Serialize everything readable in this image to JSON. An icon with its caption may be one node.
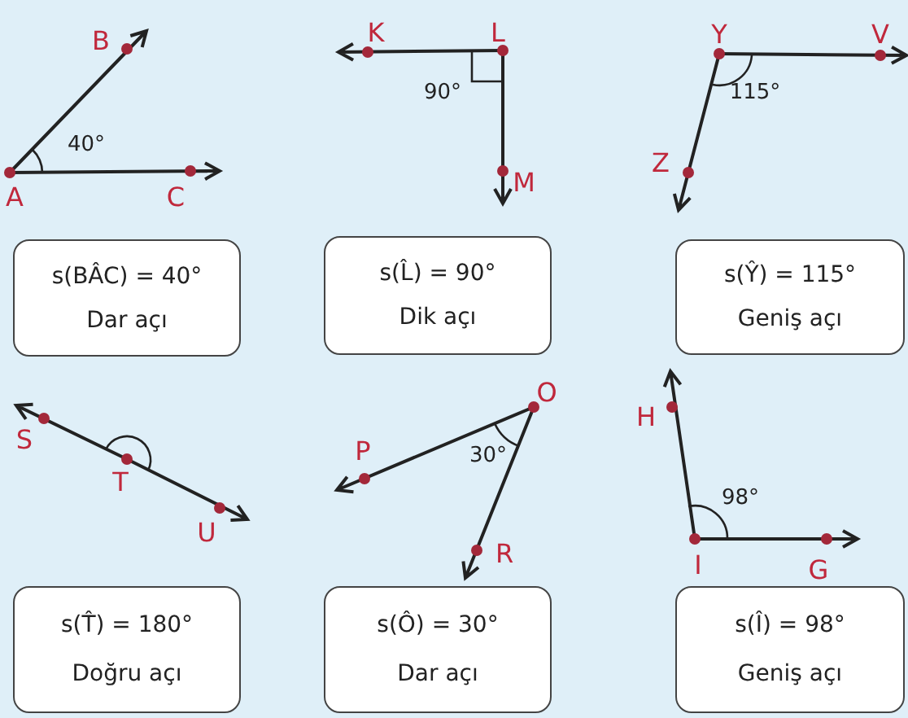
{
  "diagram": {
    "nodes": [
      {
        "text": [
          "s(BÂC) = 40°",
          "Dar açı"
        ]
      },
      {
        "text": [
          "s(L̂) = 90°",
          "Dik açı"
        ]
      },
      {
        "text": [
          "s(Ŷ) = 115°",
          "Geniş açı"
        ]
      },
      {
        "text": [
          "s(T̂) = 180°",
          "Doğru açı"
        ]
      },
      {
        "text": [
          "s(Ô) = 30°",
          "Dar açı"
        ]
      },
      {
        "text": [
          "s(Î) = 98°",
          "Geniş açı"
        ]
      }
    ],
    "labels": [
      "B",
      "40°",
      "A",
      "C",
      "K",
      "L",
      "90°",
      "M",
      "Y",
      "V",
      "115°",
      "Z",
      "S",
      "T",
      "U",
      "O",
      "P",
      "30°",
      "R",
      "H",
      "98°",
      "I",
      "G"
    ]
  }
}
